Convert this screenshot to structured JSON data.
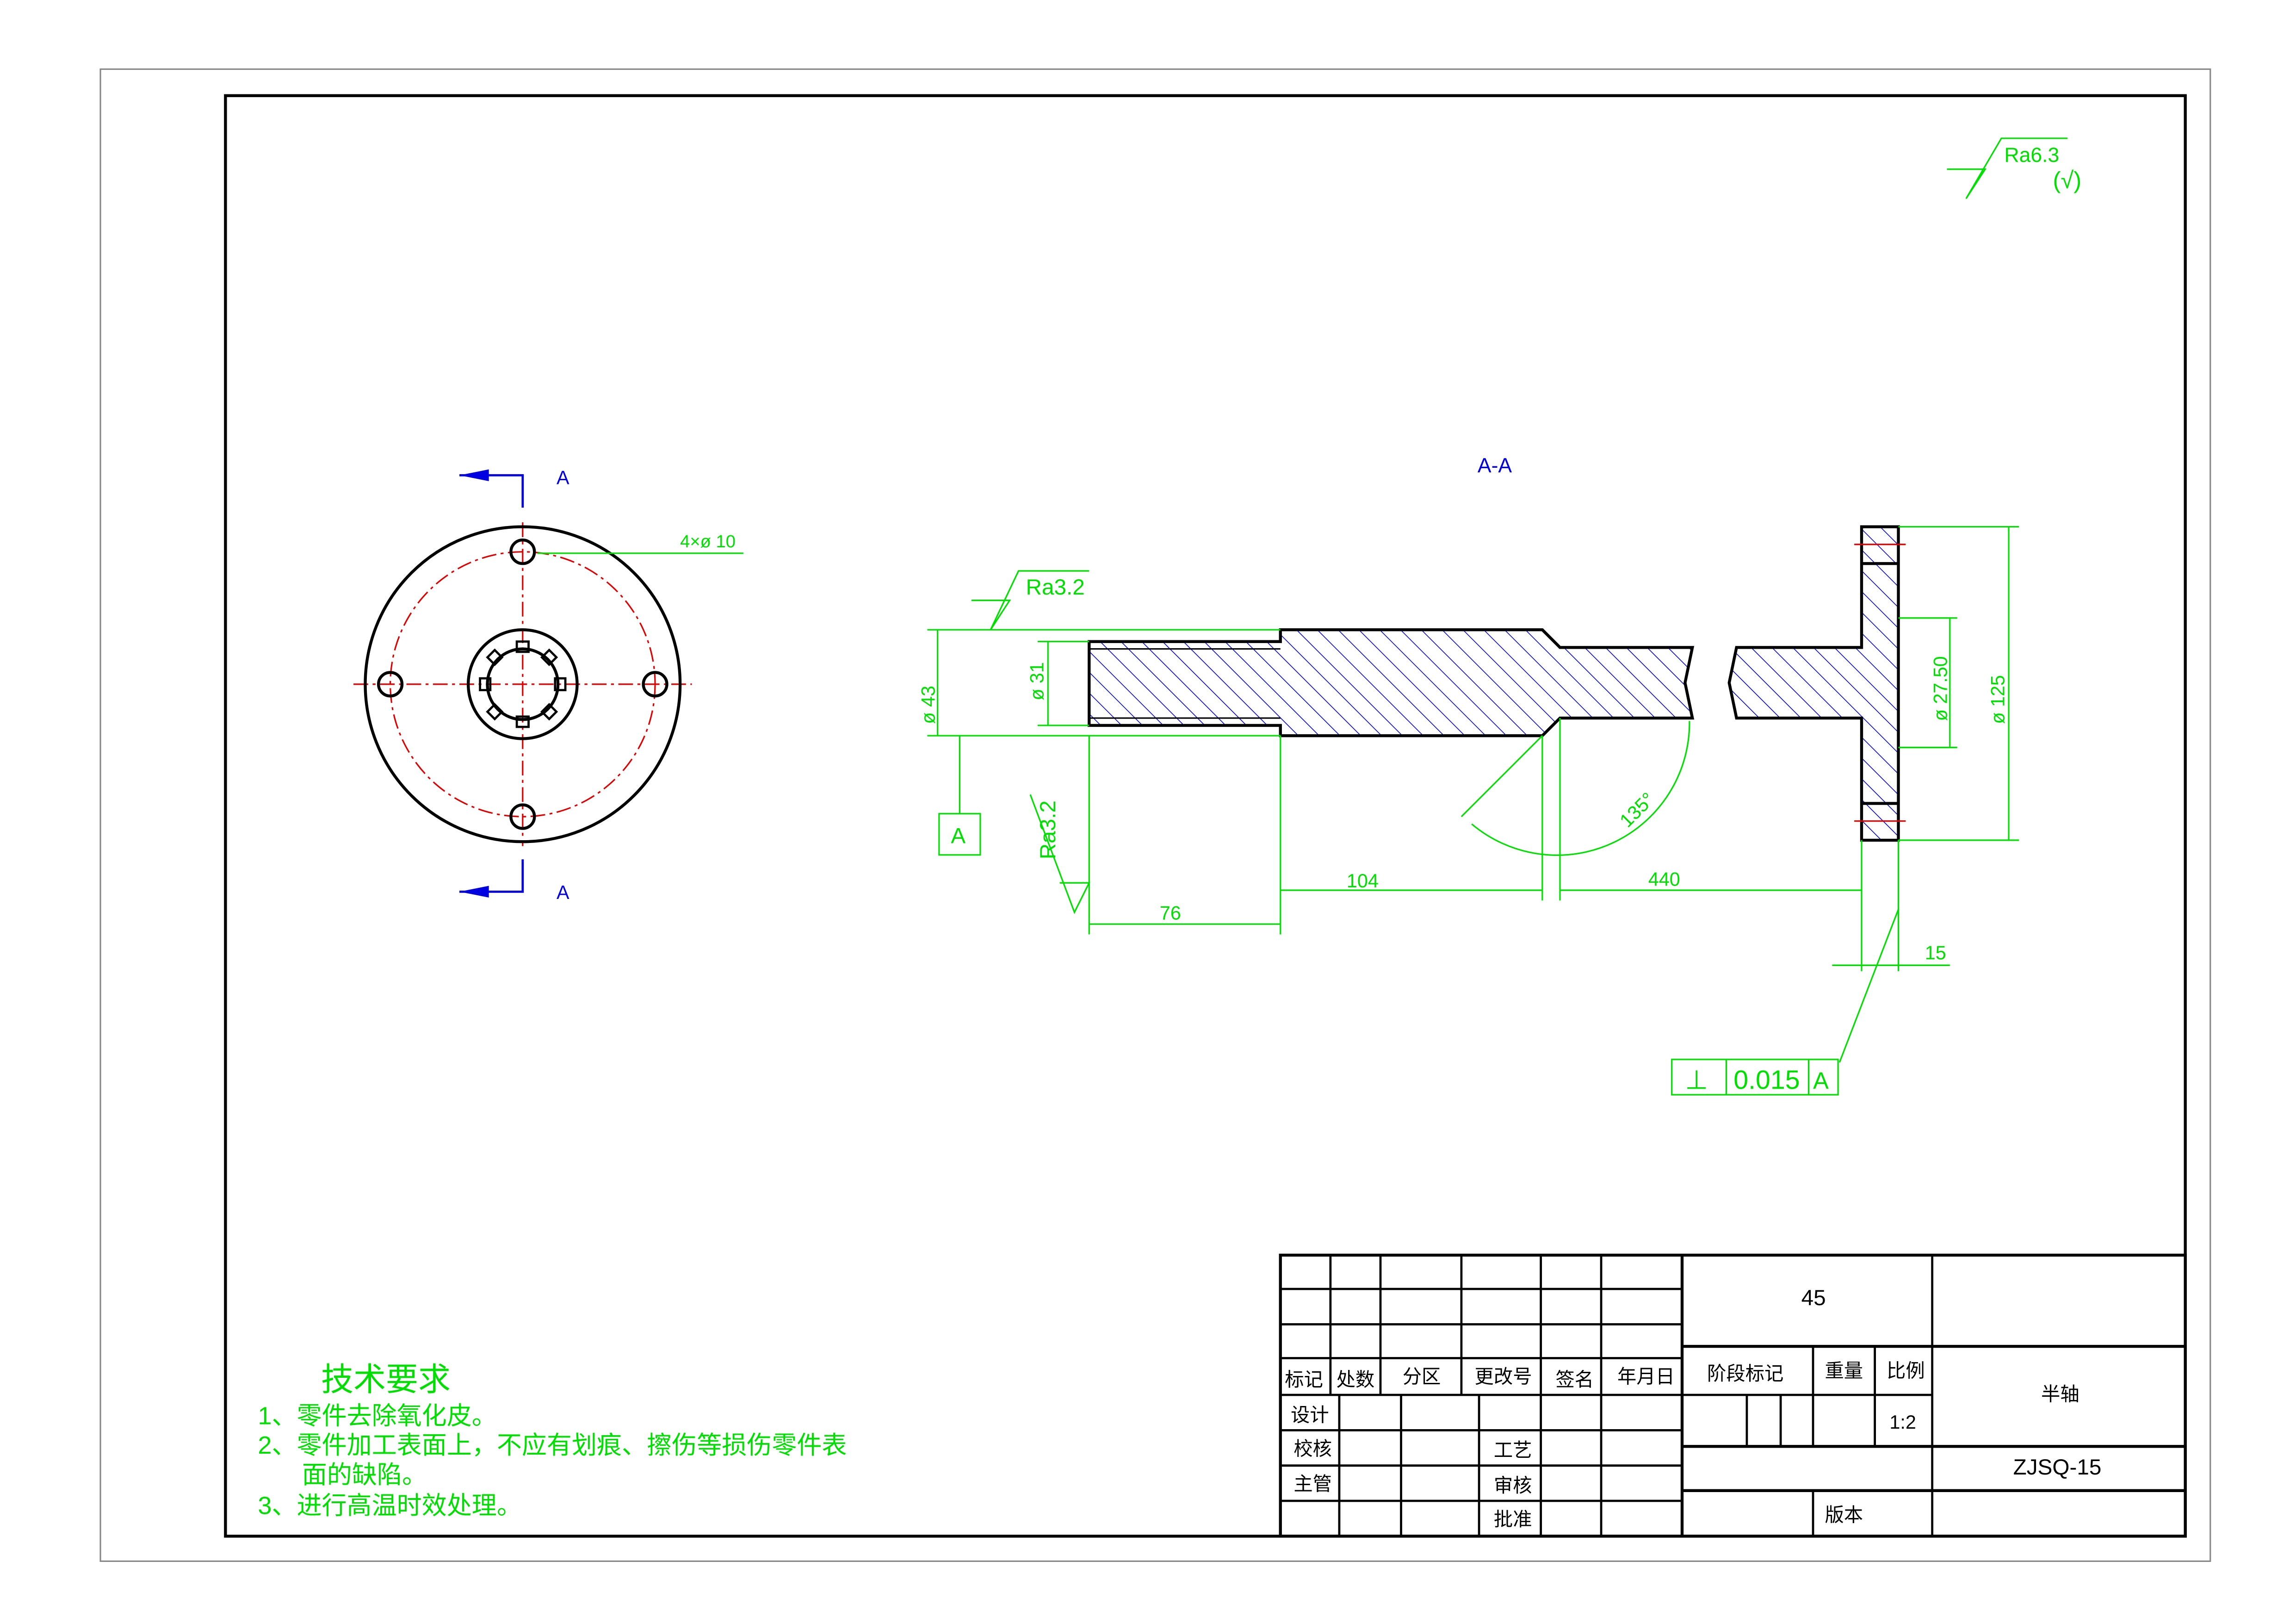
{
  "section_label": "A-A",
  "cut_label": "A",
  "roughness": {
    "general": "Ra6.3",
    "general_note": "(√)",
    "shaft": "Ra3.2",
    "bore": "Ra3.2"
  },
  "dimensions": {
    "holes": "4×ø 10",
    "d43": "ø 43",
    "d31": "ø 31",
    "d27": "ø 27.50",
    "d125": "ø 125",
    "l76": "76",
    "l104": "104",
    "l440": "440",
    "l15": "15",
    "angle": "135°"
  },
  "datum": "A",
  "tolerance": {
    "symbol": "⊥",
    "value": "0.015",
    "datum": "A"
  },
  "tech_req": {
    "title": "技术要求",
    "items": [
      "1、零件去除氧化皮。",
      "2、零件加工表面上，不应有划痕、擦伤等损伤零件表",
      "面的缺陷。",
      "3、进行高温时效处理。"
    ]
  },
  "title_block": {
    "headers": [
      "标记",
      "处数",
      "分区",
      "更改号",
      "签名",
      "年月日"
    ],
    "design": "设计",
    "check": "校核",
    "chief": "主管",
    "process": "工艺",
    "review": "审核",
    "approve": "批准",
    "material": "45",
    "stage": "阶段标记",
    "weight": "重量",
    "scale_label": "比例",
    "scale": "1:2",
    "part_name": "半轴",
    "drawing_no": "ZJSQ-15",
    "version": "版本"
  },
  "colors": {
    "dim": "#00e000",
    "hatch": "#0000e0",
    "center": "#e00000"
  }
}
